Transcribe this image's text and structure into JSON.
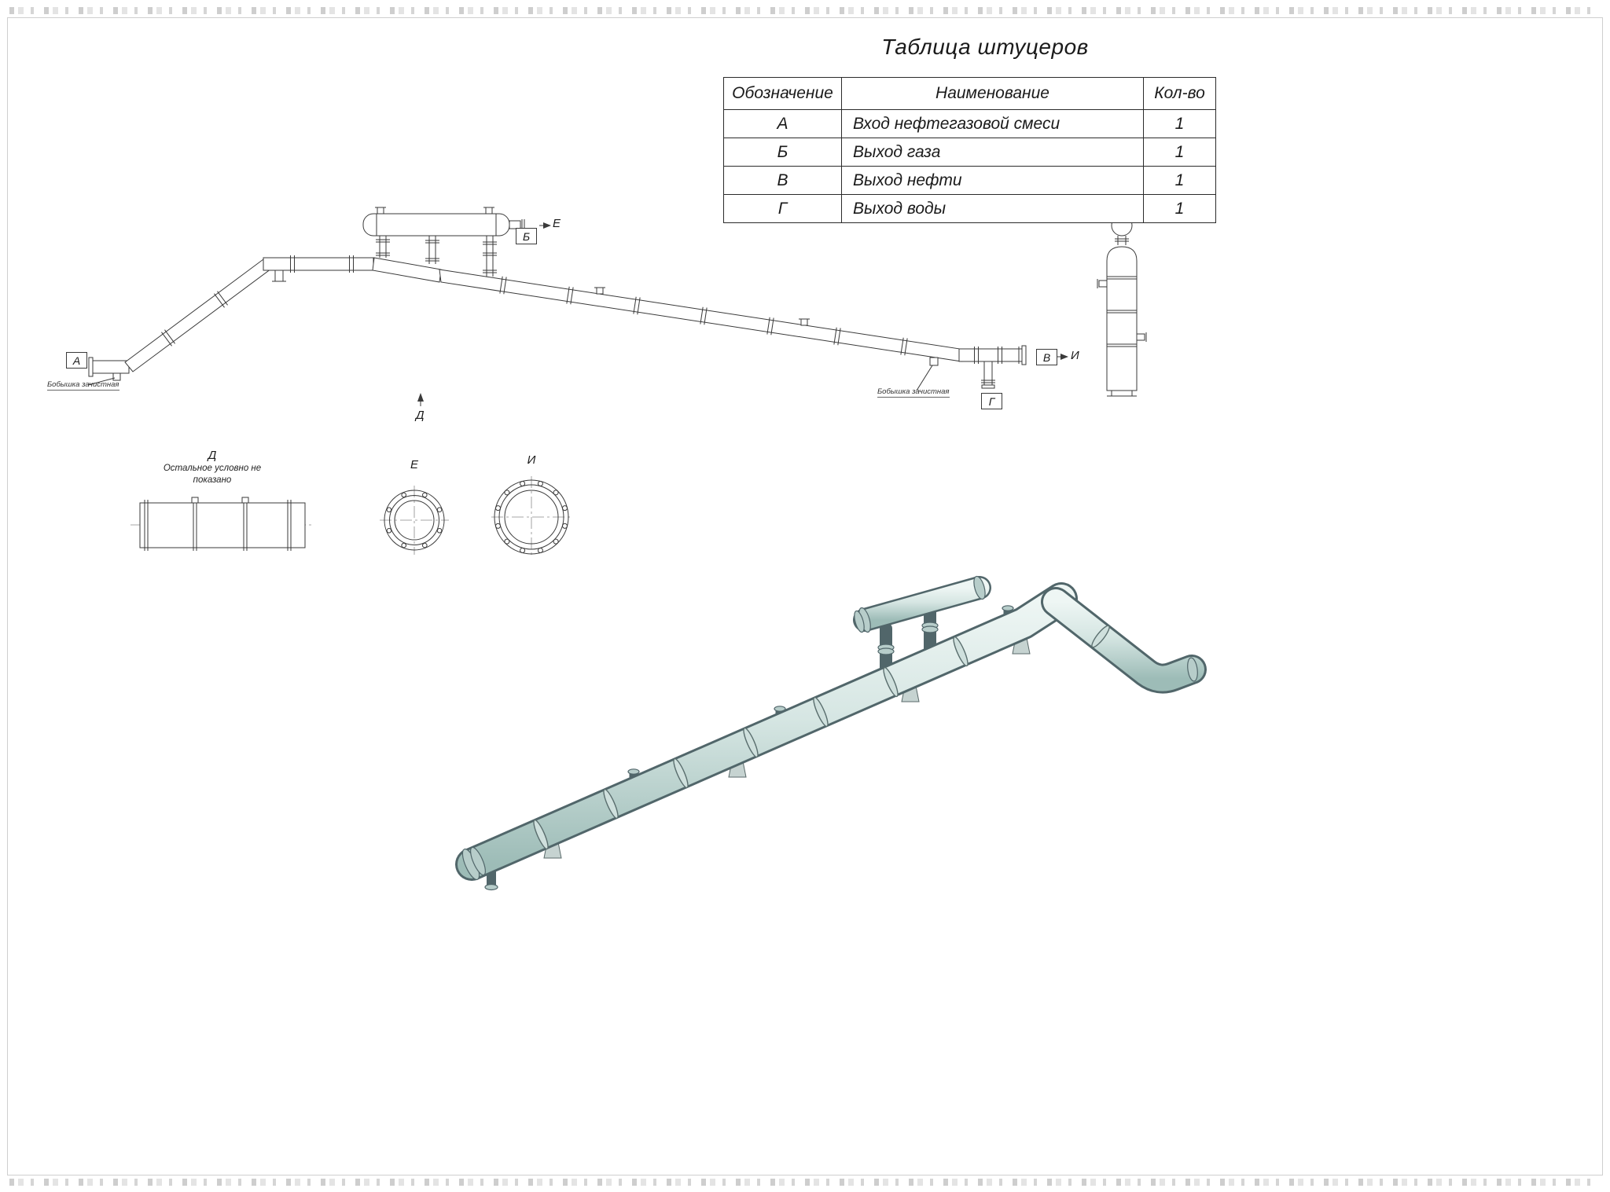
{
  "nozzle_table": {
    "title": "Таблица штуцеров",
    "headers": [
      "Обозначение",
      "Наименование",
      "Кол-во"
    ],
    "rows": [
      {
        "designation": "А",
        "name": "Вход нефтегазовой смеси",
        "qty": "1"
      },
      {
        "designation": "Б",
        "name": "Выход газа",
        "qty": "1"
      },
      {
        "designation": "В",
        "name": "Выход нефти",
        "qty": "1"
      },
      {
        "designation": "Г",
        "name": "Выход воды",
        "qty": "1"
      }
    ]
  },
  "labels": {
    "inlet_a": "А",
    "gas_outlet_b": "Б",
    "oil_outlet_v": "В",
    "water_outlet_g": "Г",
    "section_d": "Д",
    "view_e_arrow": "Е",
    "view_i_arrow": "И"
  },
  "views": {
    "d": {
      "title": "Д",
      "note_line1": "Остальное условно не",
      "note_line2": "показано"
    },
    "e": {
      "title": "Е"
    },
    "i": {
      "title": "И"
    }
  },
  "annotations": {
    "boss_left": "Бобышка зачистная",
    "boss_right": "Бобышка зачистная"
  },
  "colors": {
    "drawing_line": "#3a3a3a",
    "pipe_3d_fill": "#d6e6e3",
    "pipe_3d_shade": "#9dbcb7",
    "pipe_3d_outline": "#51666a"
  }
}
